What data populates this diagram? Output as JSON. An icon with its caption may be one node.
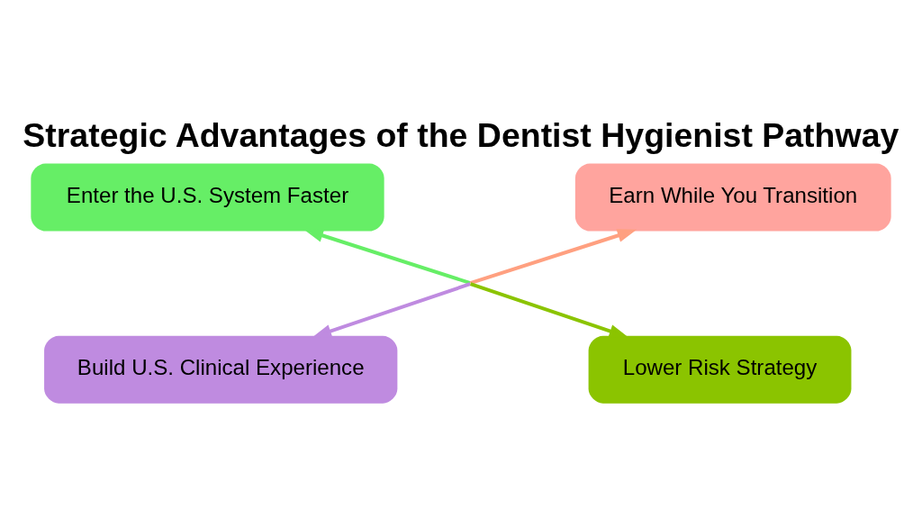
{
  "diagram": {
    "title": "Strategic Advantages of the Dentist Hygienist Pathway",
    "nodes": [
      {
        "text": [
          "Enter the U.S. System Faster"
        ]
      },
      {
        "text": [
          "Earn While You Transition"
        ]
      },
      {
        "text": [
          "Lower Risk Strategy"
        ]
      },
      {
        "text": [
          "Build U.S. Clinical Experience"
        ]
      }
    ],
    "edges": [
      {
        "from": null,
        "to": 0,
        "arrow": "to",
        "color": "#66ee66"
      },
      {
        "from": null,
        "to": 1,
        "arrow": "to",
        "color": "#ffa080"
      },
      {
        "from": null,
        "to": 2,
        "arrow": "to",
        "color": "#8bc400"
      },
      {
        "from": null,
        "to": 3,
        "arrow": "to",
        "color": "#bf8be0"
      }
    ]
  }
}
